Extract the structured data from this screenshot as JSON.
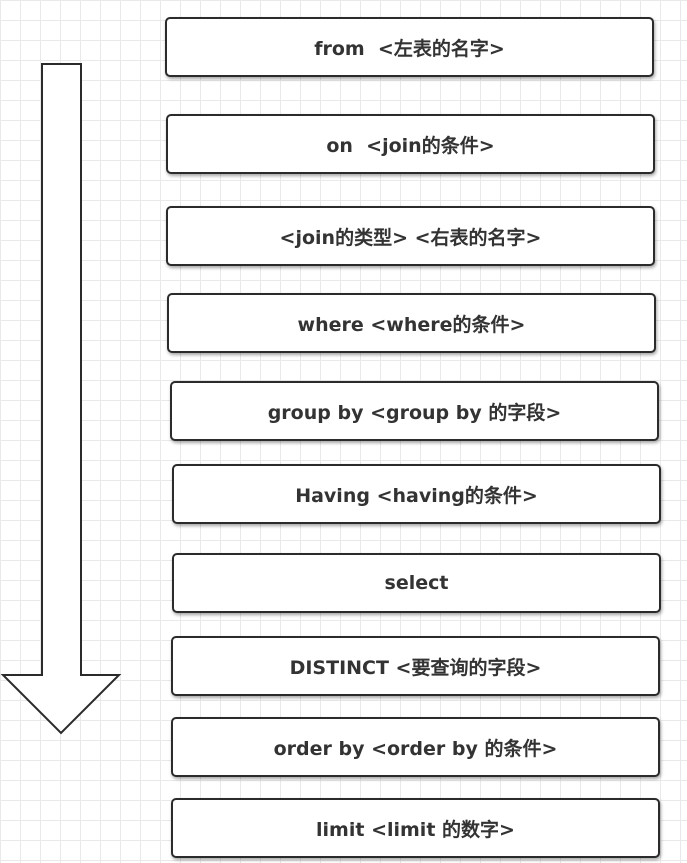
{
  "steps": [
    {
      "label": "from  <左表的名字>"
    },
    {
      "label": "on  <join的条件>"
    },
    {
      "label": "<join的类型> <右表的名字>"
    },
    {
      "label": "where <where的条件>"
    },
    {
      "label": "group by <group by 的字段>"
    },
    {
      "label": "Having <having的条件>"
    },
    {
      "label": "select"
    },
    {
      "label": "DISTINCT <要查询的字段>"
    },
    {
      "label": "order by <order by 的条件>"
    },
    {
      "label": "limit <limit 的数字>"
    }
  ],
  "colors": {
    "box_border": "#2b2b2b",
    "text": "#333333",
    "grid": "#e9e9e9"
  }
}
